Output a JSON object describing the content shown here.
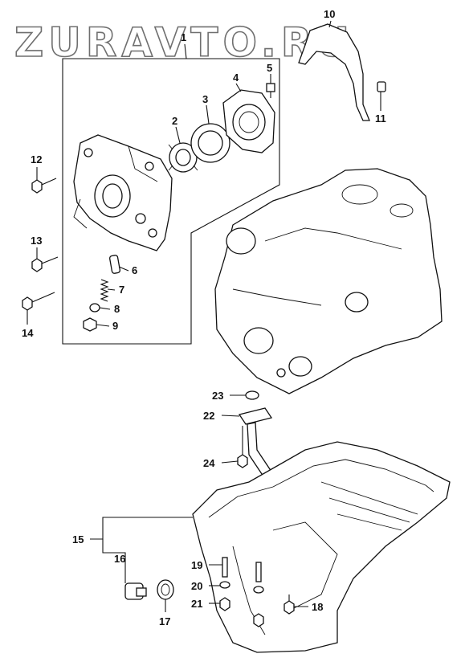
{
  "watermark": "ZURAVTO.RU",
  "callouts": [
    "1",
    "2",
    "3",
    "4",
    "5",
    "6",
    "7",
    "8",
    "9",
    "10",
    "11",
    "12",
    "13",
    "14",
    "15",
    "16",
    "17",
    "18",
    "19",
    "20",
    "21",
    "22",
    "23",
    "24"
  ]
}
